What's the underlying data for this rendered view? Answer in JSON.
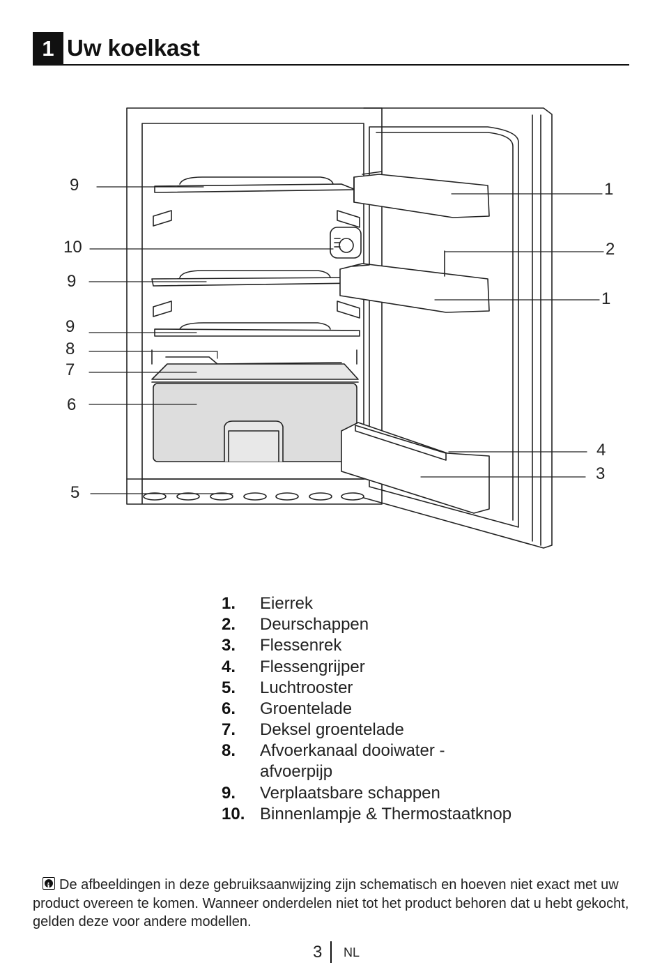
{
  "header": {
    "chapter_number": "1",
    "title": "Uw koelkast"
  },
  "diagram": {
    "callouts_left": [
      "9",
      "10",
      "9",
      "9",
      "8",
      "7",
      "6",
      "5"
    ],
    "callouts_right": [
      "1",
      "2",
      "1",
      "4",
      "3"
    ]
  },
  "legend": [
    {
      "num": "1.",
      "text": "Eierrek"
    },
    {
      "num": "2.",
      "text": "Deurschappen"
    },
    {
      "num": "3.",
      "text": "Flessenrek"
    },
    {
      "num": "4.",
      "text": "Flessengrijper"
    },
    {
      "num": "5.",
      "text": "Luchtrooster"
    },
    {
      "num": "6.",
      "text": "Groentelade"
    },
    {
      "num": "7.",
      "text": "Deksel groentelade"
    },
    {
      "num": "8.",
      "text": "Afvoerkanaal dooiwater - afvoerpijp"
    },
    {
      "num": "9.",
      "text": "Verplaatsbare schappen"
    },
    {
      "num": "10.",
      "text": "Binnenlampje & Thermostaatknop"
    }
  ],
  "note": {
    "icon": "info-icon",
    "text": "De afbeeldingen in deze gebruiksaanwijzing zijn schematisch en hoeven niet exact met uw product overeen te komen. Wanneer onderdelen niet tot het product behoren dat u hebt gekocht, gelden deze voor andere modellen."
  },
  "footer": {
    "page_number": "3",
    "language": "NL"
  }
}
